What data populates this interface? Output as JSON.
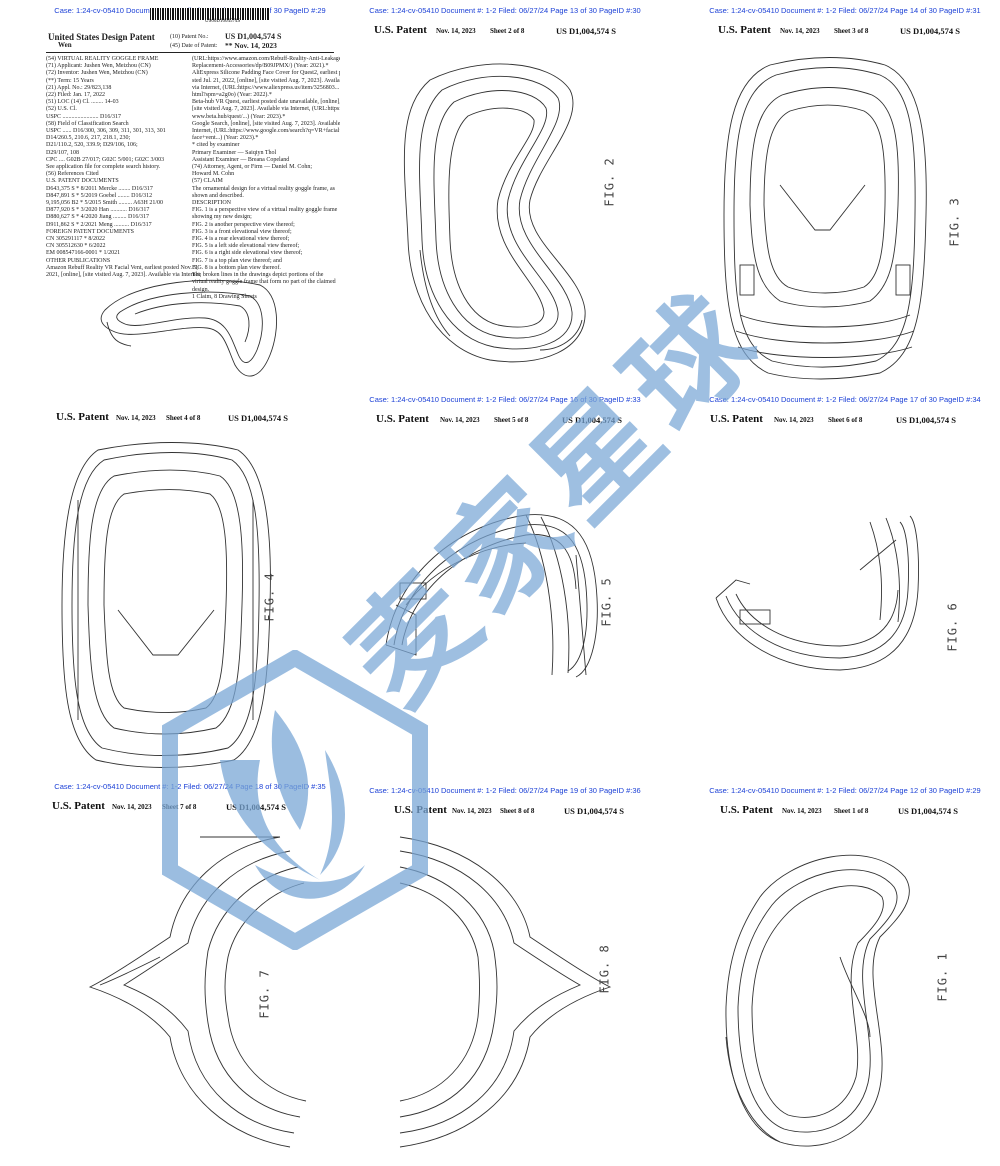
{
  "front_page": {
    "case_line": "Case: 1:24-cv-05410 Document #: 1-2 Filed: 06/27/24 Page 12 of 30 PageID #:29",
    "barcode_text": "US00D1004574S",
    "left_title": "United States Design Patent",
    "inventor": "Wen",
    "patent_no_label": "(10) Patent No.:",
    "patent_no": "US D1,004,574 S",
    "date_label": "(45) Date of Patent:",
    "date": "** Nov. 14, 2023",
    "fields": [
      "(54) VIRTUAL REALITY GOGGLE FRAME",
      "(71) Applicant: Jushen Wen, Meizhou (CN)",
      "(72) Inventor: Jushen Wen, Meizhou (CN)",
      "(**) Term: 15 Years",
      "(21) Appl. No.: 29/823,138",
      "(22) Filed: Jan. 17, 2022",
      "(51) LOC (14) Cl. ........ 14-03",
      "(52) U.S. Cl.",
      "USPC ........................ D16/317",
      "(58) Field of Classification Search",
      "USPC ...... D16/300, 306, 309, 311, 301, 313, 301",
      "D14/260.5, 210.6, 217, 218.1, 230;",
      "D21/110.2, 520, 339.9; D29/106, 106;",
      "D29/107, 108",
      "CPC .... G02B 27/017; G02C 5/001; G02C 3/003",
      "See application file for complete search history.",
      "(56) References Cited",
      "U.S. PATENT DOCUMENTS",
      "D643,375 S * 8/2011 Mercke ........ D16/317",
      "D847,891 S * 5/2019 Goebel ........ D16/312",
      "9,195,056 B2 * 5/2015 Smith ......... A63H 21/00",
      "D877,920 S * 3/2020 Han ........... D16/317",
      "D880,627 S * 4/2020 Jiang ......... D16/317",
      "D911,862 S * 2/2021 Meng .......... D16/317",
      "FOREIGN PATENT DOCUMENTS",
      "CN 305291117 * 8/2022",
      "CN 305512630 * 6/2022",
      "EM 008547166-0001 * 1/2021",
      "OTHER PUBLICATIONS",
      "Amazon Rebuff Reality VR Facial Vent, earliest posted Nov. 5,",
      "2021, [online], [site visited Aug. 7, 2023]. Available via Internet,"
    ],
    "right_col": [
      "(URL:https://www.amazon.com/Rebuff-Reality-Anti-Leakage-",
      "Replacement-Accessories/dp/B09JPMX/) (Year: 2021).*",
      "AliExpress Silicone Padding Face Cover for Quest2, earliest po-",
      "sted Jul. 21, 2022, [online], [site visited Aug. 7, 2023]. Available",
      "via Internet, (URL:https://www.aliexpress.us/item/3256803...",
      "html?spm=a2g0o) (Year: 2022).*",
      "Beta-hub VR Quest, earliest posted date unavailable, [online],",
      "[site visited Aug. 7, 2023]. Available via Internet, (URL:https://",
      "www.beta.hub/quest/...) (Year: 2023).*",
      "Google Search, [online], [site visited Aug. 7, 2023]. Available via",
      "Internet, (URL:https://www.google.com/search?q=VR+facial+inter",
      "face+vent...) (Year: 2023).*",
      "* cited by examiner",
      "Primary Examiner — Saiqiyn Thol",
      "Assistant Examiner — Breana Copeland",
      "(74) Attorney, Agent, or Firm — Daniel M. Cohn;",
      "Howard M. Cohn",
      "(57) CLAIM",
      "The ornamental design for a virtual reality goggle frame, as",
      "shown and described.",
      "DESCRIPTION",
      "FIG. 1 is a perspective view of a virtual reality goggle frame",
      "showing my new design;",
      "FIG. 2 is another perspective view thereof;",
      "FIG. 3 is a front elevational view thereof;",
      "FIG. 4 is a rear elevational view thereof;",
      "FIG. 5 is a left side elevational view thereof;",
      "FIG. 6 is a right side elevational view thereof;",
      "FIG. 7 is a top plan view thereof; and",
      "FIG. 8 is a bottom plan view thereof.",
      "The broken lines in the drawings depict portions of the",
      "virtual reality goggle frame that form no part of the claimed",
      "design.",
      "1 Claim, 8 Drawing Sheets"
    ]
  },
  "sheets": [
    {
      "id": "sheet-2",
      "case": "Case: 1:24-cv-05410 Document #: 1-2 Filed: 06/27/24 Page 13 of 30 PageID #:30",
      "us": "U.S. Patent",
      "date": "Nov. 14, 2023",
      "sheet": "Sheet 2 of 8",
      "num": "US D1,004,574 S",
      "fig": "FIG. 2"
    },
    {
      "id": "sheet-3",
      "case": "Case: 1:24-cv-05410 Document #: 1-2 Filed: 06/27/24 Page 14 of 30 PageID #:31",
      "us": "U.S. Patent",
      "date": "Nov. 14, 2023",
      "sheet": "Sheet 3 of 8",
      "num": "US D1,004,574 S",
      "fig": "FIG. 3"
    },
    {
      "id": "sheet-4",
      "case": "",
      "us": "U.S. Patent",
      "date": "Nov. 14, 2023",
      "sheet": "Sheet 4 of 8",
      "num": "US D1,004,574 S",
      "fig": "FIG. 4"
    },
    {
      "id": "sheet-5",
      "case": "Case: 1:24-cv-05410 Document #: 1-2 Filed: 06/27/24 Page 16 of 30 PageID #:33",
      "us": "U.S. Patent",
      "date": "Nov. 14, 2023",
      "sheet": "Sheet 5 of 8",
      "num": "US D1,004,574 S",
      "fig": "FIG. 5"
    },
    {
      "id": "sheet-6",
      "case": "Case: 1:24-cv-05410 Document #: 1-2 Filed: 06/27/24 Page 17 of 30 PageID #:34",
      "us": "U.S. Patent",
      "date": "Nov. 14, 2023",
      "sheet": "Sheet 6 of 8",
      "num": "US D1,004,574 S",
      "fig": "FIG. 6"
    },
    {
      "id": "sheet-7",
      "case": "Case: 1:24-cv-05410 Document #: 1-2 Filed: 06/27/24 Page 18 of 30 PageID #:35",
      "us": "U.S. Patent",
      "date": "Nov. 14, 2023",
      "sheet": "Sheet 7 of 8",
      "num": "US D1,004,574 S",
      "fig": "FIG. 7"
    },
    {
      "id": "sheet-8",
      "case": "Case: 1:24-cv-05410 Document #: 1-2 Filed: 06/27/24 Page 19 of 30 PageID #:36",
      "us": "U.S. Patent",
      "date": "Nov. 14, 2023",
      "sheet": "Sheet 8 of 8",
      "num": "US D1,004,574 S",
      "fig": "FIG. 8"
    },
    {
      "id": "sheet-1",
      "case": "Case: 1:24-cv-05410 Document #: 1-2 Filed: 06/27/24 Page 12 of 30 PageID #:29",
      "us": "U.S. Patent",
      "date": "Nov. 14, 2023",
      "sheet": "Sheet 1 of 8",
      "num": "US D1,004,574 S",
      "fig": "FIG. 1"
    }
  ],
  "watermark": {
    "text": "麦家星球",
    "color": "#7aa7d6"
  }
}
